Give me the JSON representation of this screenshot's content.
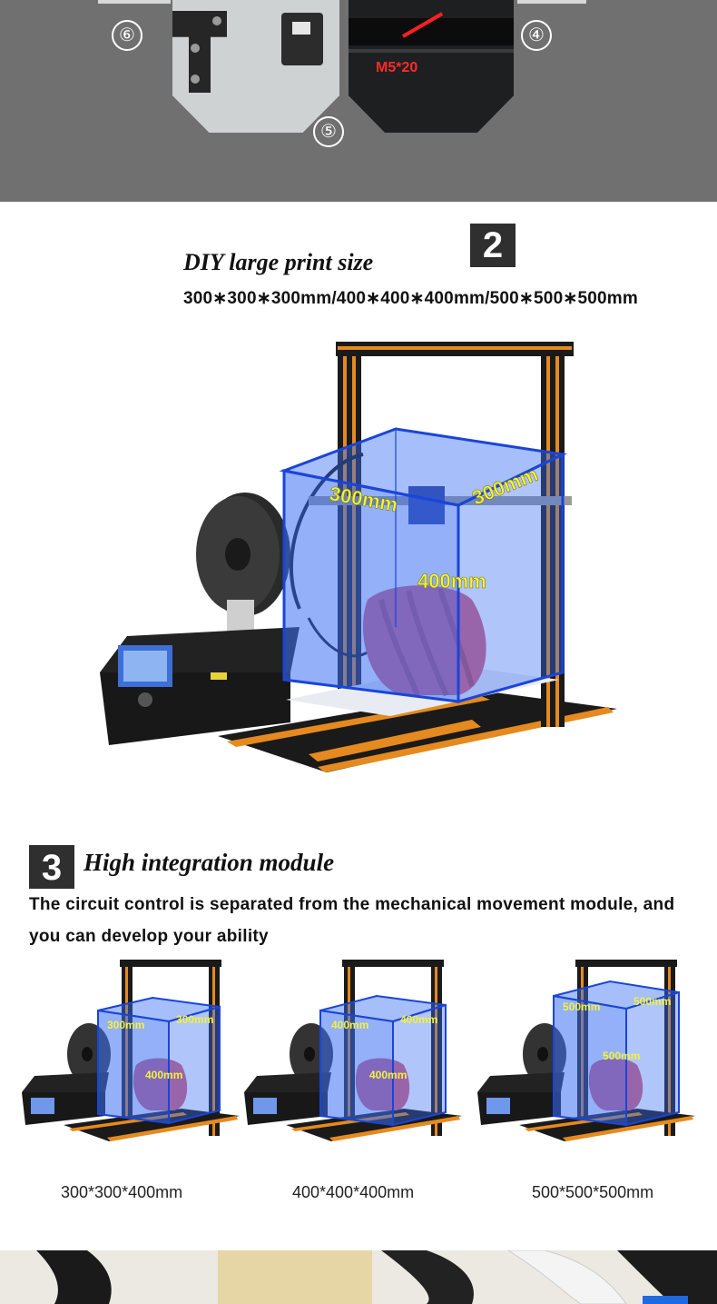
{
  "top_section": {
    "callouts": [
      "⑥",
      "⑤",
      "④"
    ],
    "screw_label": "M5*20"
  },
  "section2": {
    "number": "2",
    "heading": "DIY large print size",
    "sizes": "300∗300∗300mm/400∗400∗400mm/500∗500∗500mm",
    "dimension_labels": {
      "width": "300mm",
      "depth": "300mm",
      "height": "400mm"
    }
  },
  "section3": {
    "number": "3",
    "heading": "High integration module",
    "body": "The circuit control is separated from the mechanical movement module, and you can develop your ability",
    "variants": [
      {
        "caption": "300*300*400mm",
        "labels": {
          "a": "300mm",
          "b": "300mm",
          "c": "400mm"
        }
      },
      {
        "caption": "400*400*400mm",
        "labels": {
          "a": "400mm",
          "b": "400mm",
          "c": "400mm"
        }
      },
      {
        "caption": "500*500*500mm",
        "labels": {
          "a": "500mm",
          "b": "500mm",
          "c": "500mm"
        }
      }
    ]
  },
  "colors": {
    "frame_orange": "#e58a1f",
    "frame_black": "#1a1a1a",
    "volume_blue": "#3a6ff2",
    "dimension_yellow": "#f4f23a",
    "vase_pink": "#d8607a"
  }
}
